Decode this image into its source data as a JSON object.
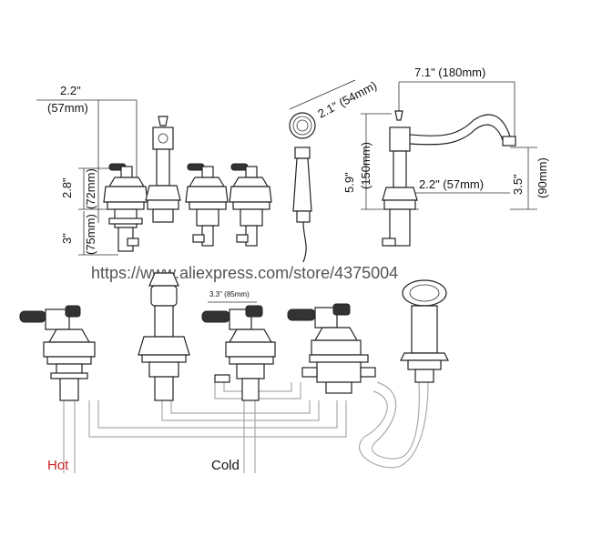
{
  "dimensions": {
    "a_in": "2.2\"",
    "a_mm": "(57mm)",
    "b_in": "2.8\"",
    "b_mm": "(72mm)",
    "c_in": "3\"",
    "c_mm": "(75mm)",
    "d": "2.1\" (54mm)",
    "e": "7.1\" (180mm)",
    "f_in": "5.9\"",
    "f_mm": "(150mm)",
    "g": "2.2\" (57mm)",
    "h_in": "3.5\"",
    "h_mm": "(90mm)",
    "spacing": "3.3\" (85mm)"
  },
  "watermark": "https://www.aliexpress.com/store/4375004",
  "labels": {
    "hot": "Hot",
    "cold": "Cold"
  },
  "colors": {
    "hot": "#cc2222",
    "line": "#222222",
    "pipe": "#aaaaaa"
  }
}
